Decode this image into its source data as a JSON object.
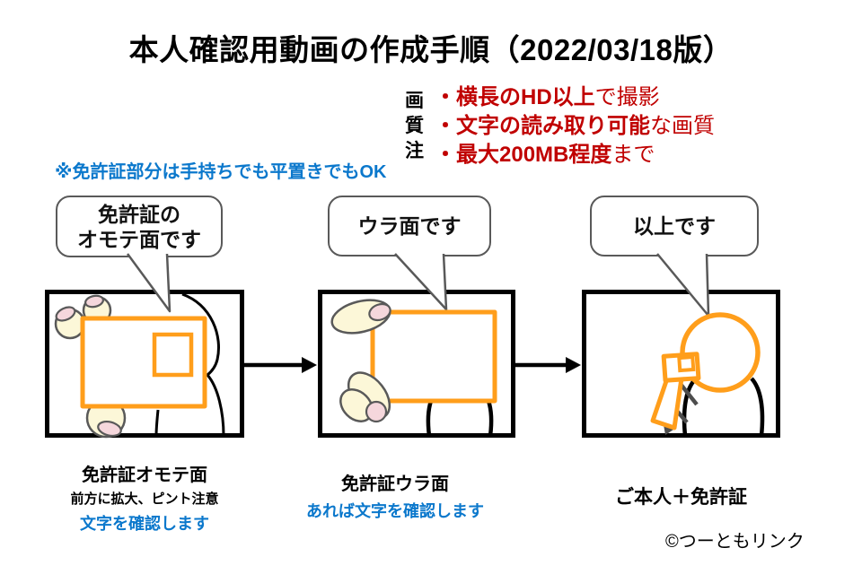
{
  "title": "本人確認用動画の作成手順（2022/03/18版）",
  "quality_note": {
    "label": "画\n質\n注",
    "items": [
      {
        "bold": "・横長のHD以上",
        "rest": "で撮影"
      },
      {
        "bold": "・文字の読み取り可能",
        "rest": "な画質"
      },
      {
        "bold": "・最大200MB程度",
        "rest": "まで"
      }
    ]
  },
  "tip_note": "※免許証部分は手持ちでも平置きでもOK",
  "steps": [
    {
      "bubble": "免許証の\nオモテ面です",
      "caption_title": "免許証オモテ面",
      "caption_sub": "前方に拡大、ピント注意",
      "caption_note": "文字を確認します"
    },
    {
      "bubble": "ウラ面です",
      "caption_title": "免許証ウラ面",
      "caption_note": "あれば文字を確認します"
    },
    {
      "bubble": "以上です",
      "caption_title": "ご本人＋免許証"
    }
  ],
  "copyright": "©つーともリンク",
  "colors": {
    "red": "#C00000",
    "blue": "#0B78CC",
    "orange": "#FF9E1B",
    "gray": "#595959",
    "skin": "#FCF7D8",
    "nail": "#F5D7DC",
    "darkgray": "#4D4D4D"
  }
}
